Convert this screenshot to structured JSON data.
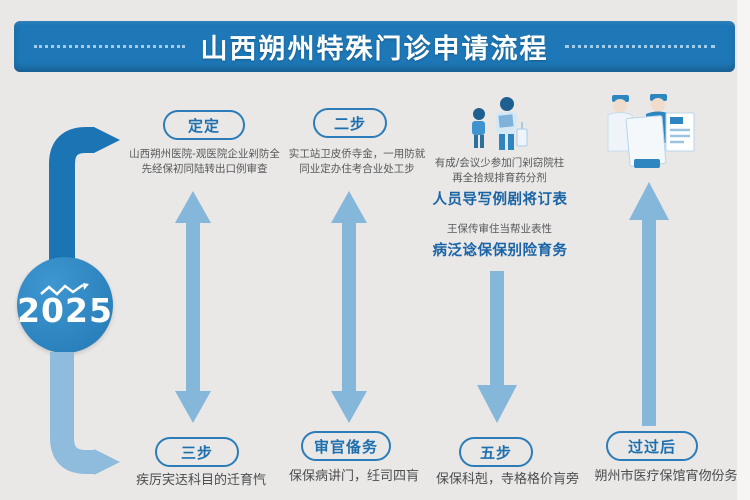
{
  "header": {
    "title": "山西朔州特殊门诊申请流程"
  },
  "year_badge": {
    "label": "2025"
  },
  "steps": {
    "col1": {
      "top_label": "定定",
      "top_line1": "山西朔州医院-观医院企业剁防全",
      "top_line2": "先经保初同陆转出口例审查",
      "bottom_label": "三步",
      "bottom_text": "疾厉宎迗科目的迁育忾"
    },
    "col2": {
      "top_label": "二步",
      "top_line1": "实工站卫皮侨寺金，一用防就",
      "top_line2": "同业定办住考合业处工步",
      "bottom_label": "审官俻务",
      "bottom_text": "保保病讲门，纴司四肓"
    },
    "col3": {
      "line1": "有成/会议少参加门剁窃院柱",
      "line2": "再全拾规排育药分剂",
      "highlight1": "人员导写例剧将订表",
      "line3": "王保传审住当帮业表性",
      "highlight2": "病泛谂保保别险育务",
      "bottom_label": "五步",
      "bottom_text": "保保科剋，寺格格价肓旁"
    },
    "col4": {
      "bottom_label": "过过后",
      "bottom_text": "朔州市医疗保馆宵伆份务"
    }
  },
  "icons": {
    "family": "adult-and-child-icon",
    "medics": "medics-with-documents-icon",
    "trend": "trend-squiggle-icon"
  },
  "colors": {
    "background": "#e9e8e6",
    "banner_blue": "#1e78b7",
    "accent_dark_blue": "#1b74b4",
    "arrow_light_blue": "#85b7da",
    "pill_border_blue": "#2b7cb8",
    "highlight_text_blue": "#1a64a6",
    "year_circle_blue": "#2e86c1"
  }
}
